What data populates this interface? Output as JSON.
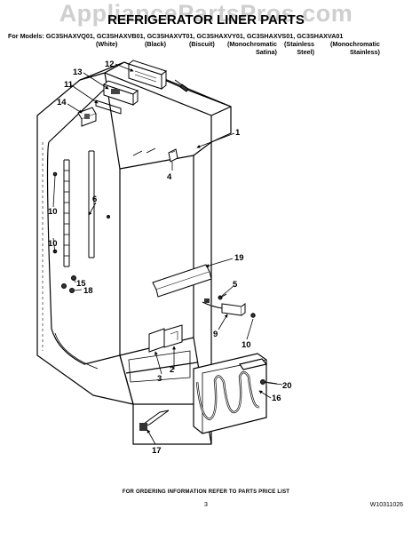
{
  "watermark": "AppliancePartsPros.com",
  "title": "REFRIGERATOR LINER PARTS",
  "models_prefix": "For Models:",
  "models": [
    "GC3SHAXVQ01,",
    "GC3SHAXVB01,",
    "GC3SHAXVT01,",
    "GC3SHAXVY01,",
    "GC3SHAXVS01,",
    "GC3SHAXVA01"
  ],
  "variants": [
    "(White)",
    "(Black)",
    "(Biscuit)",
    "(Monochromatic\nSatina)",
    "(Stainless\nSteel)",
    "(Monochromatic\nStainless)"
  ],
  "callouts": {
    "c1": "1",
    "c2": "2",
    "c3": "3",
    "c4": "4",
    "c5": "5",
    "c6": "6",
    "c9": "9",
    "c10a": "10",
    "c10b": "10",
    "c10c": "10",
    "c11": "11",
    "c12": "12",
    "c13": "13",
    "c14": "14",
    "c15": "15",
    "c16": "16",
    "c17": "17",
    "c18": "18",
    "c19": "19",
    "c20": "20"
  },
  "footer_note": "FOR ORDERING INFORMATION REFER TO PARTS PRICE LIST",
  "page_number": "3",
  "doc_number": "W10311026"
}
